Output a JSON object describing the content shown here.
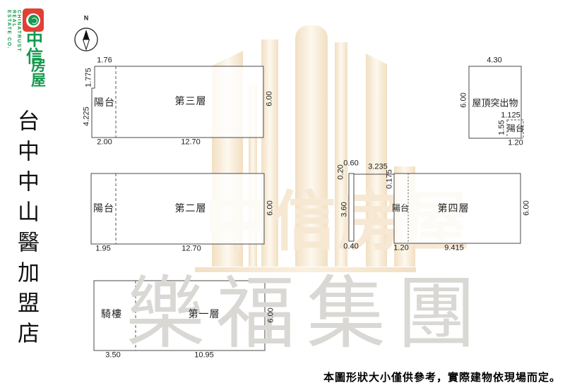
{
  "logo": {
    "company_en": "CHINATRUST REAL ESTATE CO.",
    "char_top": "中",
    "char_mid": "信",
    "char_bottom": "房屋"
  },
  "store_name": "台中中山醫加盟店",
  "compass": {
    "north_label": "N"
  },
  "plans": {
    "floor3": {
      "name": "第三層",
      "balcony_label": "陽台",
      "dim_top": "1.76",
      "dim_left_upper": "1.775",
      "dim_left_lower": "4.225",
      "dim_right": "6.00",
      "dim_bottom_left": "2.00",
      "dim_bottom_main": "12.70"
    },
    "floor2": {
      "name": "第二層",
      "balcony_label": "陽台",
      "dim_right": "6.00",
      "dim_bottom_left": "1.95",
      "dim_bottom_main": "12.70"
    },
    "stair_column": {
      "dim_top": "0.60",
      "dim_top_left": "0.20",
      "dim_connector": "3.235",
      "dim_right": "0.175",
      "dim_left": "3.60",
      "dim_bottom": "0.40"
    },
    "floor4": {
      "name": "第四層",
      "balcony_label": "陽台",
      "dim_right": "6.00",
      "dim_bottom_left": "1.20",
      "dim_bottom_main": "9.415"
    },
    "roof": {
      "name": "屋頂突出物",
      "balcony_label": "陽台",
      "dim_top": "4.30",
      "dim_left": "6.00",
      "dim_balcony_width": "1.125",
      "dim_balcony_height": "1.55",
      "dim_balcony_bottom": "1.20"
    },
    "floor1": {
      "name": "第一層",
      "arcade_label": "騎樓",
      "dim_right": "6.00",
      "dim_bottom_left": "3.50",
      "dim_bottom_main": "10.95"
    }
  },
  "watermarks": {
    "brand_text": "中信房屋",
    "group_text": "樂福集團"
  },
  "disclaimer": "本圖形狀大小僅供參考，實際建物依現場而定。",
  "colors": {
    "brand_red": "#e23f36",
    "brand_green": "#149a4d",
    "watermark_cream": "#f3e1c6",
    "watermark_gray": "#d9d8d4",
    "plan_outline": "#4a4a4a"
  }
}
